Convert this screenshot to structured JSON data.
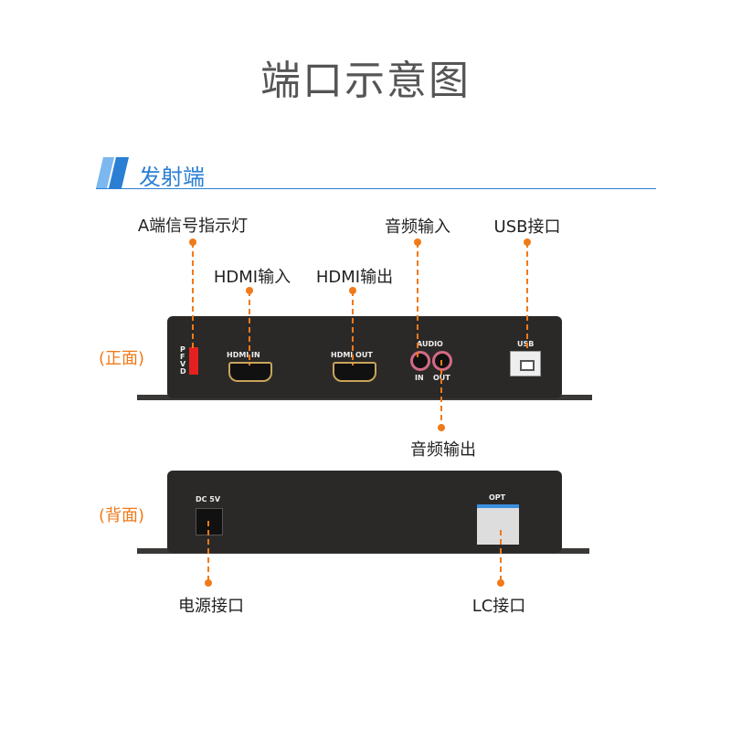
{
  "title": "端口示意图",
  "section": {
    "label": "发射端",
    "accent": "#2a7fd4"
  },
  "front": {
    "side_label": "(正面)",
    "led_letters": [
      "P",
      "F",
      "V",
      "D"
    ],
    "hdmi_in": "HDMI IN",
    "hdmi_out": "HDMI OUT",
    "audio": "AUDIO",
    "audio_in": "IN",
    "audio_out": "OUT",
    "usb": "USB"
  },
  "back": {
    "side_label": "(背面)",
    "dc": "DC 5V",
    "opt": "OPT"
  },
  "callouts": {
    "led": "A端信号指示灯",
    "hdmi_in": "HDMI输入",
    "hdmi_out": "HDMI输出",
    "audio_in": "音频输入",
    "usb": "USB接口",
    "audio_out": "音频输出",
    "power": "电源接口",
    "lc": "LC接口"
  },
  "colors": {
    "callout": "#f07a1a"
  }
}
